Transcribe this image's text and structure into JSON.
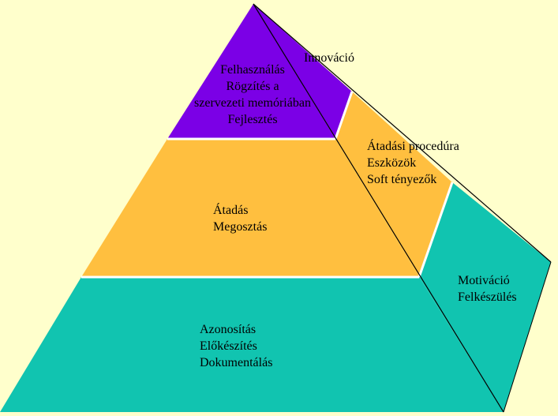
{
  "colors": {
    "background": "#FFFFCC",
    "top_level": "#7B00E6",
    "middle_level": "#FFBF3F",
    "bottom_level": "#11C4B0",
    "outline": "#000000",
    "separator": "#FFFFFF"
  },
  "pyramid": {
    "top": {
      "front_lines": [
        "Felhasználás",
        "Rögzítés a",
        "szervezeti memóriában",
        "Fejlesztés"
      ],
      "side_label": "Innováció"
    },
    "middle": {
      "front_lines": [
        "Átadás",
        "Megosztás"
      ],
      "side_lines": [
        "Átadási procedúra",
        "Eszközök",
        "Soft tényezők"
      ]
    },
    "bottom": {
      "front_lines": [
        "Azonosítás",
        "Előkészítés",
        "Dokumentálás"
      ],
      "side_lines": [
        "Motiváció",
        "Felkészülés"
      ]
    }
  }
}
